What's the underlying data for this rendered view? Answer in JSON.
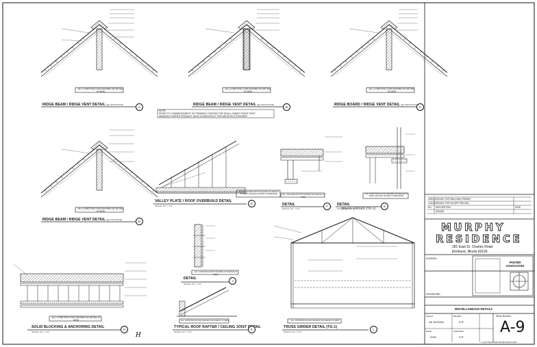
{
  "details": {
    "a": {
      "title": "RIDGE BEAM / RIDGE VENT DETAIL",
      "scale": "(@ 12/12 PITCH)",
      "tag": "A",
      "note": "ALL CONSTRUCTION SHOWN ON DETAIL IS NEW"
    },
    "b": {
      "title": "RIDGE BEAM / RIDGE VENT DETAIL",
      "scale": "(@ 12/12 PITCH)",
      "tag": "B",
      "note": "ALL CONSTRUCTION SHOWN ON DETAIL IS NEW"
    },
    "c": {
      "title": "RIDGE BOARD / RIDGE VENT DETAIL",
      "scale": "(@ 12/12 PITCH)",
      "tag": "C",
      "note": "ALL CONSTRUCTION SHOWN ON DETAIL IS NEW"
    },
    "d": {
      "title": "RIDGE BEAM / RIDGE VENT DETAIL",
      "scale": "(@ 7/12 PITCH)",
      "tag": "D",
      "note": "ALL CONSTRUCTION SHOWN ON DETAIL IS NEW"
    },
    "e": {
      "title": "VALLEY PLATE / ROOF OVERBUILD DETAIL",
      "scale": "SCALE: 1/2\" = 1'-0\"",
      "tag": "E",
      "note": "ALL CONSTRUCTION SHOWN ON DETAIL IS NEW UNLESS NOTED OTHERWISE"
    },
    "f": {
      "title": "DETAIL",
      "scale": "SCALE: 1/2\" = 1'-0\"",
      "tag": "F",
      "note": "ALL CONSTRUCTION SHOWN ON DETAIL IS NEW"
    },
    "g": {
      "title": "DETAIL",
      "scale": "SCALE: 1/2\" = 1'-0\"",
      "tag": "G",
      "note": "ALL CONSTRUCTION SHOWN ON DETAIL IS NEW UNLESS NOTED OTHERWISE"
    },
    "h": {
      "title": "SOLID BLOCKING & ANCHORING DETAIL",
      "scale": "SCALE: 1/2\" = 1'-0\"",
      "tag": "H",
      "note": "ALL CONSTRUCTION SHOWN ON DETAIL IS NEW"
    },
    "j": {
      "title": "DETAIL",
      "scale": "SCALE: 1/2\" = 1'-0\"",
      "tag": "J",
      "note": "ALL CONSTRUCTION SHOWN ON DETAIL IS NEW"
    },
    "k": {
      "title": "TYPICAL ROOF RAFTER / CEILING JOIST DETAIL",
      "scale": "SCALE: 1/2\" = 1'-0\"",
      "tag": "K",
      "note": "ALL CONSTRUCTION SHOWN ON DETAIL IS NEW"
    },
    "l": {
      "title": "TRUSS GIRDER DETAIL (TG-1)",
      "scale": "SCALE: 1/4\" = 1'-0\"",
      "tag": "L",
      "note": "ALL CONSTRUCTION SHOWN ON DETAIL IS NEW",
      "label": "TRUSS GIRDER (TG-1)"
    }
  },
  "general_note": {
    "heading": "NOTE:",
    "text": "PRIOR TO COMMENCEMENT OF FRAMING CONTRACTOR SHALL SUBMIT RIDGE VENT MANUFACTURER'S PRODUCT DATA TO ARCHITECT FOR ARCHITECTS REVIEW"
  },
  "title_block": {
    "issues": [
      {
        "date": "3/29/20",
        "text": "ISSUED FOR BUILDING PERMIT"
      },
      {
        "date": "1/16/20",
        "text": "ISSUED FOR SCOPE PRICING"
      }
    ],
    "issues_header": {
      "no": "NO",
      "description": "DESCRIPTION",
      "date": "DATE"
    },
    "issues_label": "ISSUES",
    "project_name_1": "MURPHY",
    "project_name_2": "RESIDENCE",
    "address_1": "281 East St. Charles Road",
    "address_2": "Elmhurst, Illinois 60126",
    "firm_name": "PANTER ASSOCIATES",
    "sheet_title": "MISCELLANEOUS DETAILS",
    "labels": {
      "expires": "EXPIRES:",
      "signature": "SIGNATURE:",
      "scale": "SCALE:",
      "drawn": "DRAWN:",
      "date": "DATE:",
      "checked": "CHECKED:",
      "sheet_number": "Sheet Number:"
    },
    "scale": "AS SHOWN",
    "drawn": "K.R.",
    "date": "2020",
    "checked": "S.P.",
    "sheet_number": "A-9",
    "copyright": "© COPYRIGHT 2020 PANTER ASSOCIATES"
  }
}
